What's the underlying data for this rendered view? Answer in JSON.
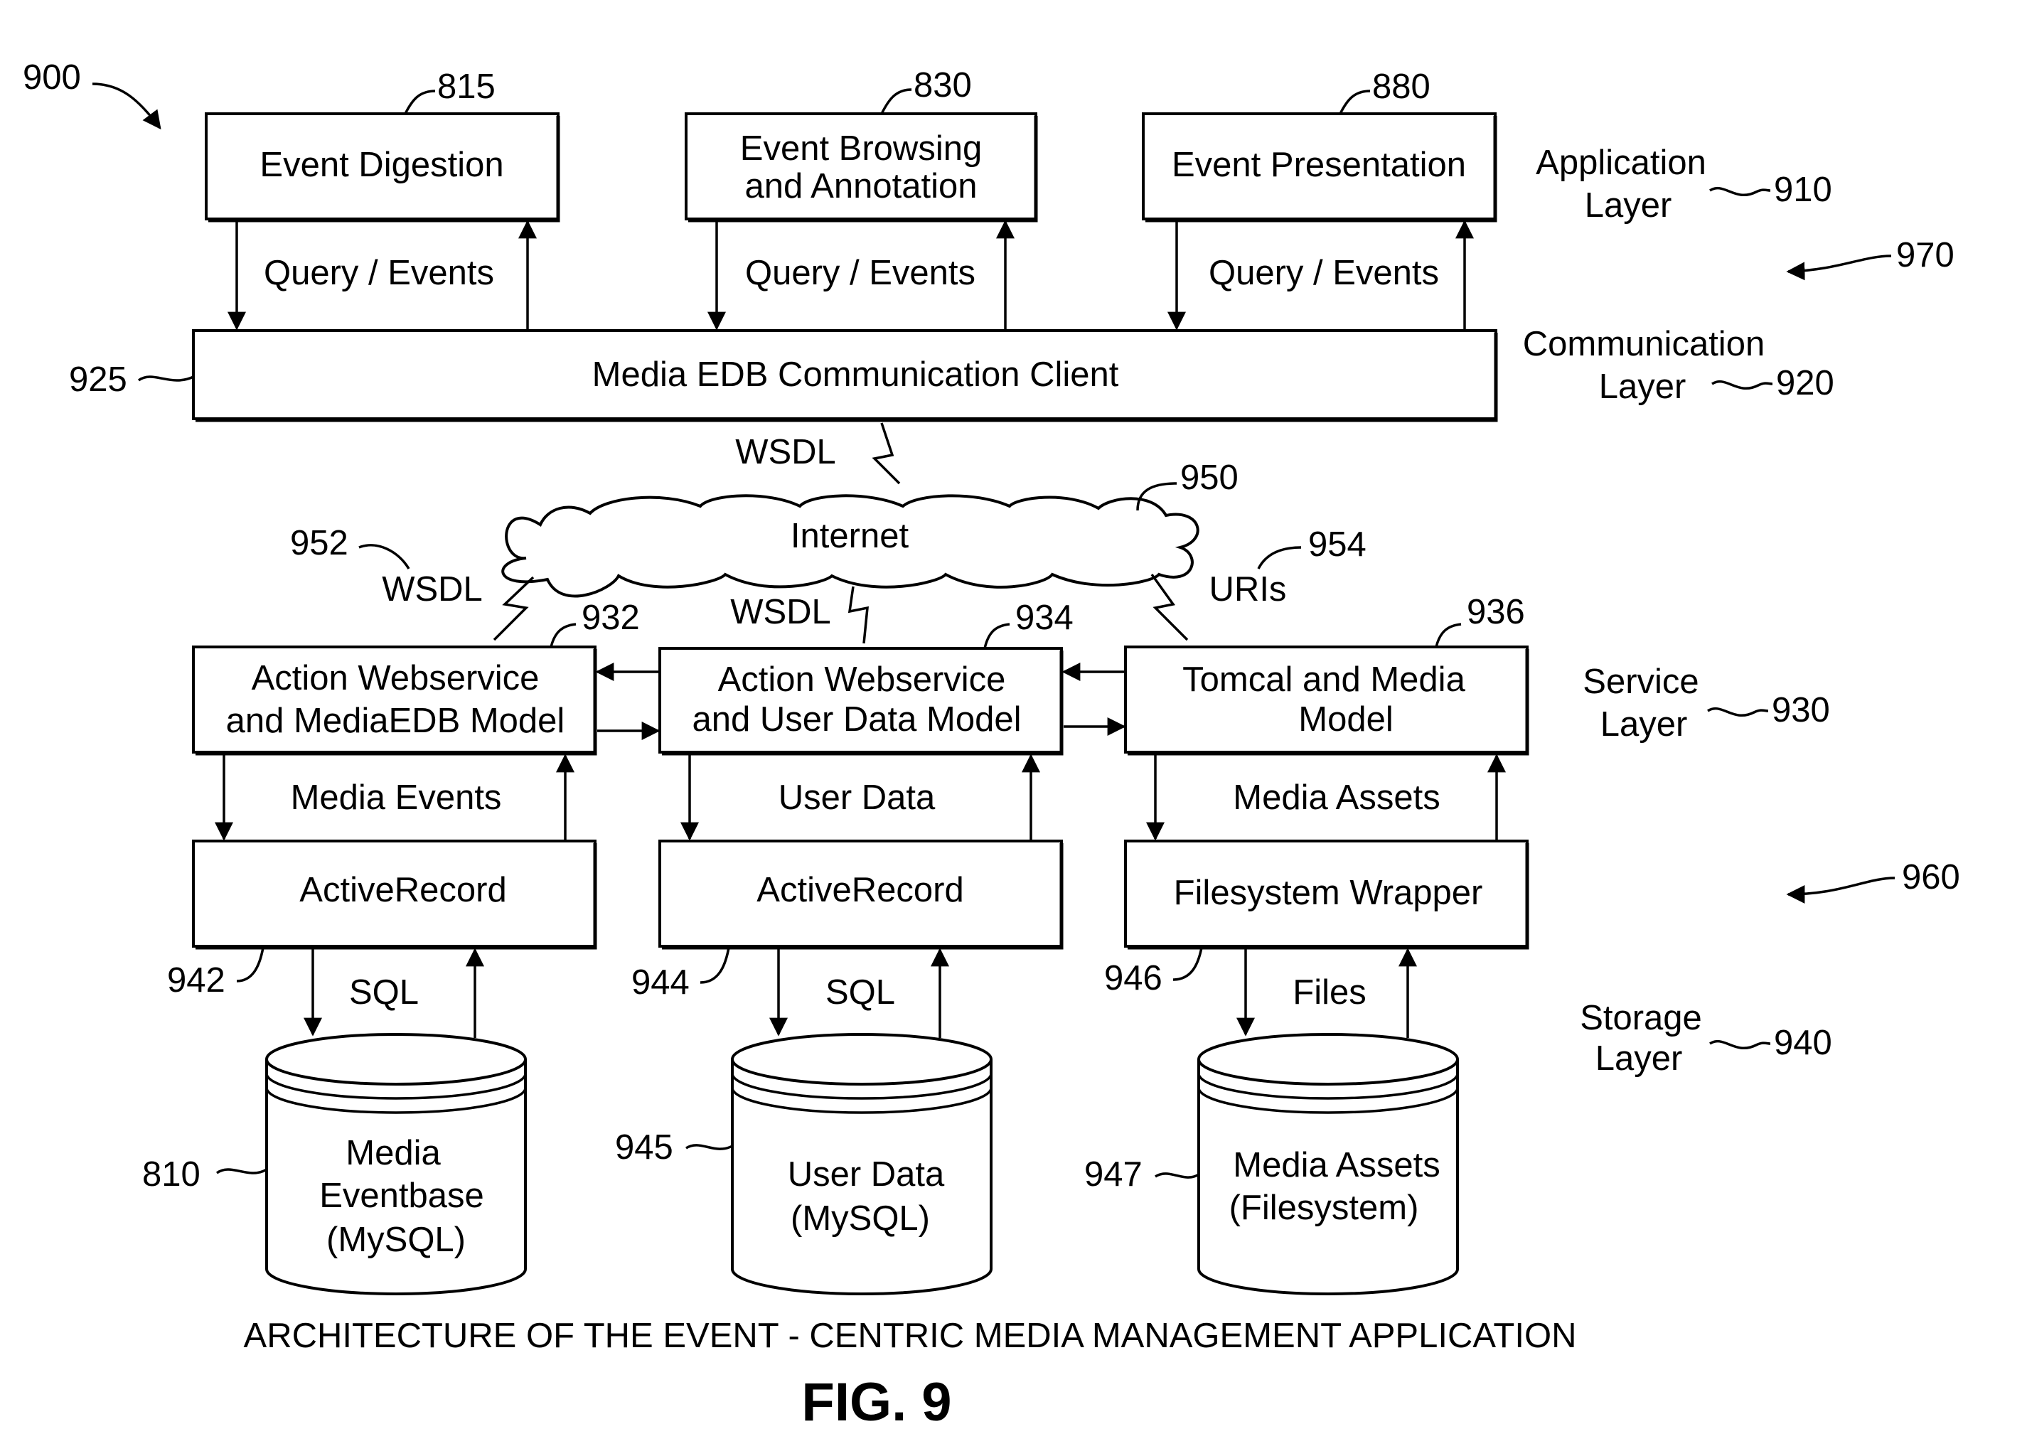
{
  "figure": {
    "ref": "900",
    "caption": "ARCHITECTURE OF THE EVENT - CENTRIC MEDIA MANAGEMENT APPLICATION",
    "label": "FIG. 9"
  },
  "layers": {
    "application": {
      "line1": "Application",
      "line2": "Layer",
      "ref": "910"
    },
    "communication": {
      "line1": "Communication",
      "line2": "Layer",
      "ref": "920"
    },
    "service": {
      "line1": "Service",
      "line2": "Layer",
      "ref": "930"
    },
    "storage": {
      "line1": "Storage",
      "line2": "Layer",
      "ref": "940"
    },
    "group_upper_ref": "970",
    "group_lower_ref": "960"
  },
  "applications": [
    {
      "line1": "Event Digestion",
      "line2": "",
      "ref": "815",
      "flow": "Query / Events"
    },
    {
      "line1": "Event Browsing",
      "line2": "and Annotation",
      "ref": "830",
      "flow": "Query / Events"
    },
    {
      "line1": "Event Presentation",
      "line2": "",
      "ref": "880",
      "flow": "Query / Events"
    }
  ],
  "client": {
    "label": "Media EDB Communication Client",
    "ref": "925"
  },
  "internet": {
    "label": "Internet",
    "ref": "950"
  },
  "links": {
    "top": "WSDL",
    "left": {
      "label": "WSDL",
      "ref": "952"
    },
    "middle": "WSDL",
    "right": {
      "label": "URIs",
      "ref": "954"
    }
  },
  "services": [
    {
      "line1": "Action Webservice",
      "line2": "and MediaEDB Model",
      "ref": "932",
      "flow": "Media Events"
    },
    {
      "line1": "Action Webservice",
      "line2": "and User Data Model",
      "ref": "934",
      "flow": "User Data"
    },
    {
      "line1": "Tomcal and Media",
      "line2": "Model",
      "ref": "936",
      "flow": "Media Assets"
    }
  ],
  "adapters": [
    {
      "label": "ActiveRecord",
      "ref": "942",
      "flow": "SQL"
    },
    {
      "label": "ActiveRecord",
      "ref": "944",
      "flow": "SQL"
    },
    {
      "label": "Filesystem Wrapper",
      "ref": "946",
      "flow": "Files"
    }
  ],
  "stores": [
    {
      "line1": "Media",
      "line2": "Eventbase",
      "line3": "(MySQL)",
      "ref": "810"
    },
    {
      "line1": "User Data",
      "line2": "(MySQL)",
      "line3": "",
      "ref": "945"
    },
    {
      "line1": "Media Assets",
      "line2": "(Filesystem)",
      "line3": "",
      "ref": "947"
    }
  ]
}
